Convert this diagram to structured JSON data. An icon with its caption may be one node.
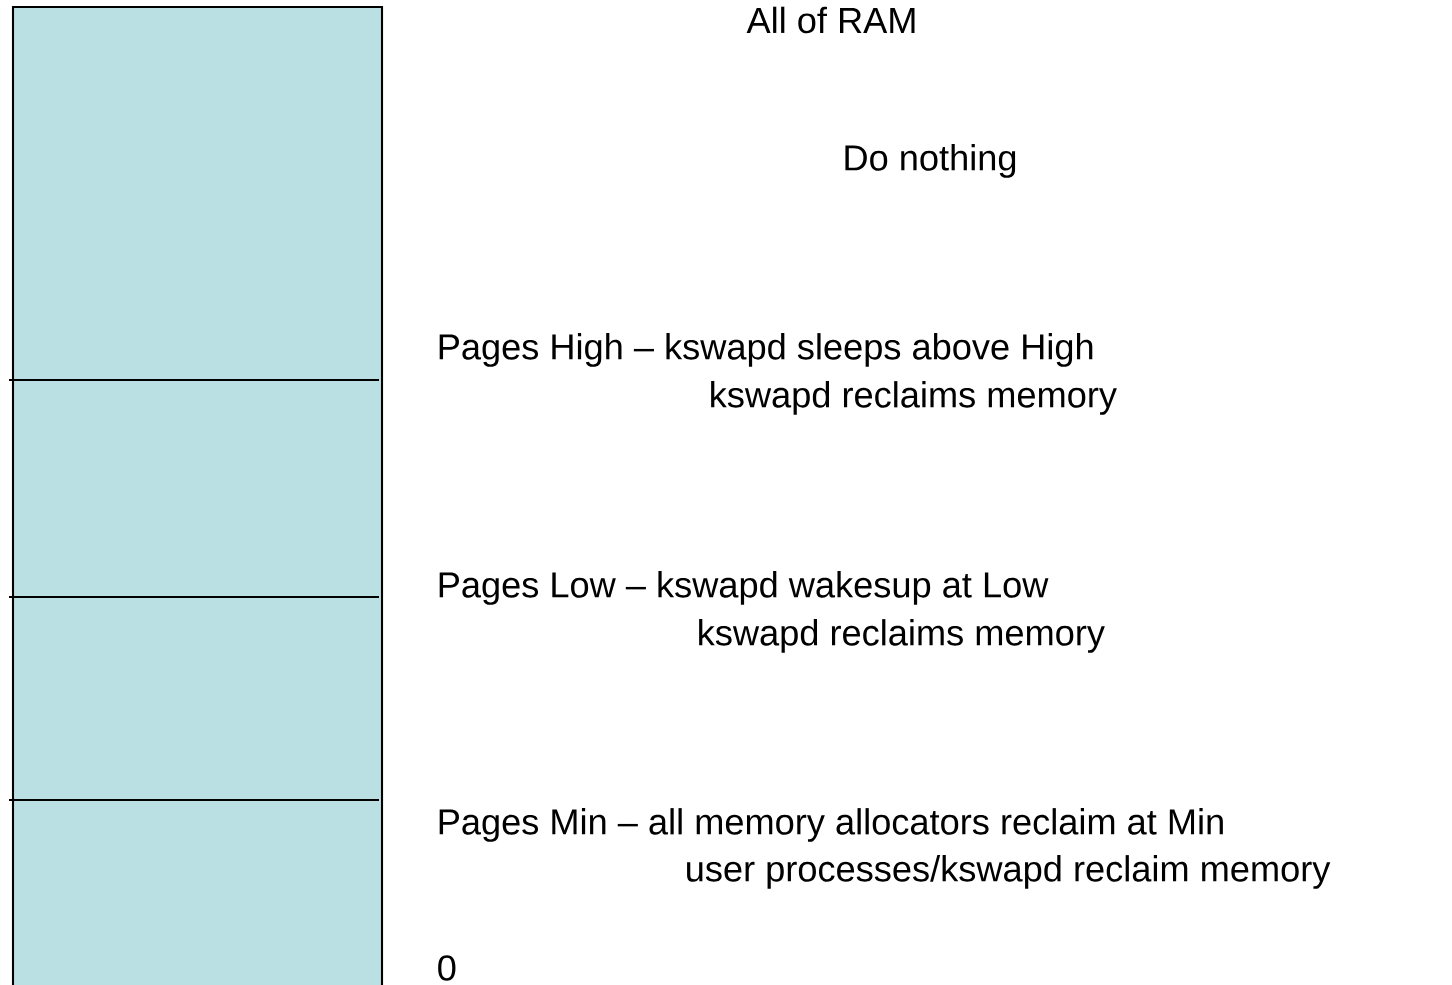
{
  "diagram": {
    "labels": [
      "All of RAM",
      "Do nothing",
      "Pages High – kswapd sleeps above High",
      "kswapd reclaims memory",
      "Pages Low – kswapd wakesup at Low",
      "kswapd reclaims memory",
      "Pages Min – all memory allocators reclaim at Min",
      "user processes/kswapd reclaim memory",
      "0"
    ]
  }
}
